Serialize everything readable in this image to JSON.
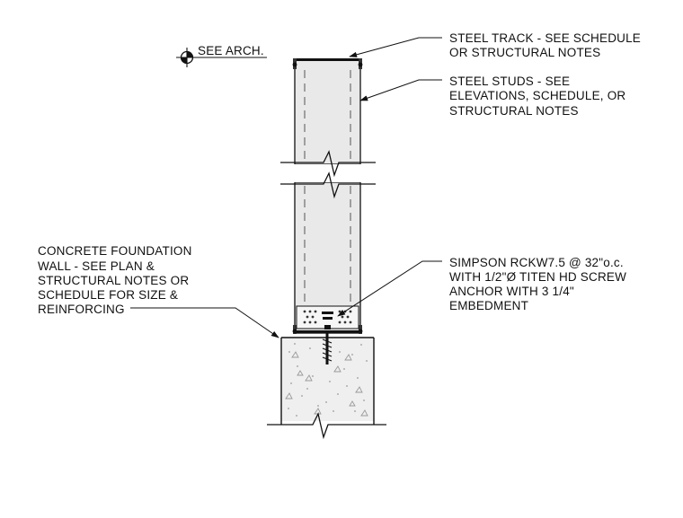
{
  "detail": {
    "callouts": {
      "see_arch": "SEE ARCH.",
      "steel_track": [
        "STEEL TRACK - SEE SCHEDULE",
        "OR STRUCTURAL NOTES"
      ],
      "steel_studs": [
        "STEEL STUDS - SEE",
        "ELEVATIONS, SCHEDULE, OR",
        "STRUCTURAL NOTES"
      ],
      "concrete_wall": [
        "CONCRETE FOUNDATION",
        "WALL - SEE PLAN &",
        "STRUCTURAL NOTES OR",
        "SCHEDULE FOR SIZE &",
        "REINFORCING"
      ],
      "anchor": [
        "SIMPSON RCKW7.5 @ 32\"o.c.",
        "WITH 1/2\"Ø TITEN HD SCREW",
        "ANCHOR WITH 3 1/4\"",
        "EMBEDMENT"
      ]
    },
    "colors": {
      "line": "#111111",
      "stud_fill": "#e9e9e9",
      "concrete_fill": "#efefef",
      "stipple": "#9a9a9a"
    },
    "icons": [
      "datum-target-icon",
      "break-line-icon",
      "screw-anchor-icon",
      "arrowhead-icon"
    ]
  }
}
